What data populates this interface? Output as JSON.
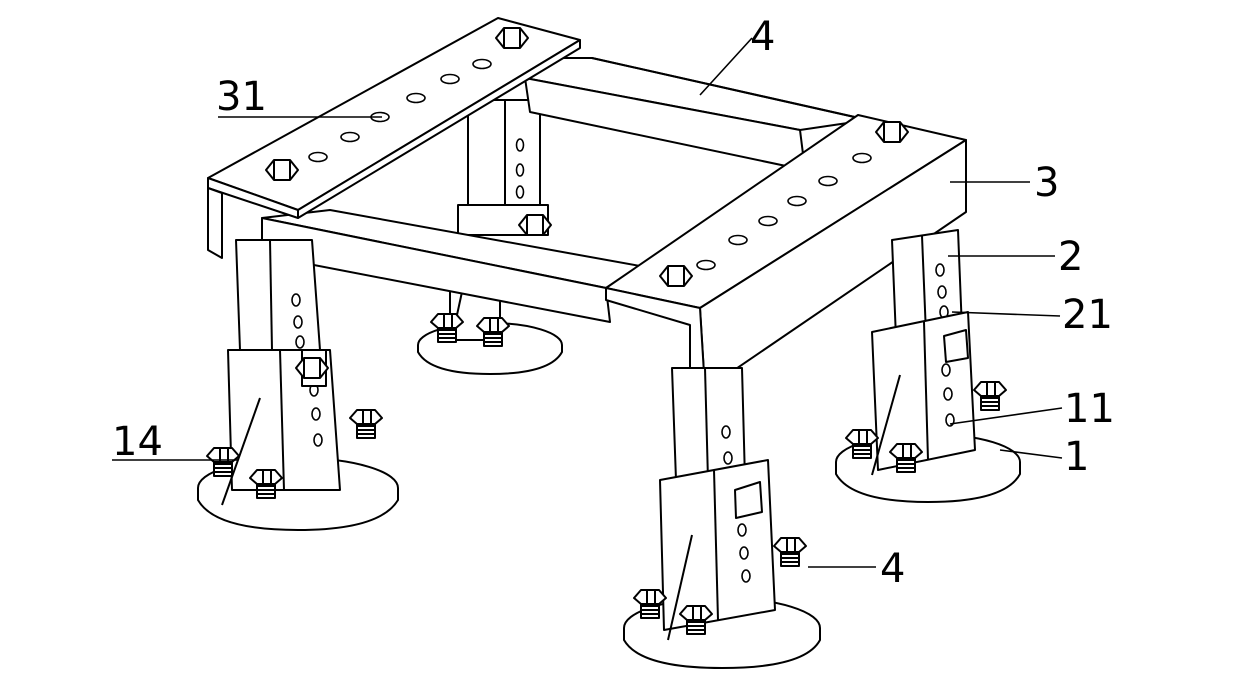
{
  "labels": {
    "l31": "31",
    "l4a": "4",
    "l3": "3",
    "l2": "2",
    "l21": "21",
    "l11": "11",
    "l1": "1",
    "l14": "14",
    "l4b": "4"
  }
}
